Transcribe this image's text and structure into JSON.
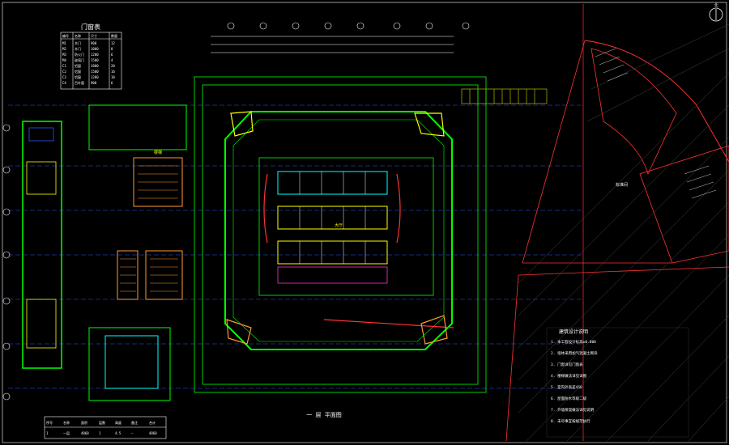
{
  "drawing": {
    "door_table_title": "门窗表",
    "plan_title": "一  层  平面图",
    "notes_title": "建筑设计说明",
    "north_label": "北",
    "center_label": "大厅",
    "stair_label": "楼梯",
    "room_label": "标准间"
  },
  "colors": {
    "background": "#000000",
    "wall": "#00ff00",
    "dimension": "#ffffff",
    "axis": "#ff3333",
    "accent": "#ffff00",
    "cyan": "#00ffff",
    "blue": "#3355ff",
    "orange": "#ff9933",
    "magenta": "#ff33cc"
  },
  "door_table": {
    "headers": [
      "编号",
      "名称",
      "尺寸",
      "数量"
    ],
    "rows": [
      [
        "M1",
        "木门",
        "900",
        "12"
      ],
      [
        "M2",
        "木门",
        "1000",
        "8"
      ],
      [
        "M3",
        "防火门",
        "1200",
        "6"
      ],
      [
        "M4",
        "玻璃门",
        "1500",
        "4"
      ],
      [
        "C1",
        "铝窗",
        "1800",
        "20"
      ],
      [
        "C2",
        "铝窗",
        "1500",
        "16"
      ],
      [
        "C3",
        "铝窗",
        "1200",
        "10"
      ],
      [
        "C4",
        "百叶窗",
        "900",
        "6"
      ]
    ]
  },
  "bottom_table": {
    "headers": [
      "序号",
      "名称",
      "面积",
      "层数",
      "高度",
      "备注",
      "合计"
    ],
    "rows": [
      [
        "1",
        "一层",
        "4860",
        "1",
        "4.5",
        "—",
        "4860"
      ]
    ]
  },
  "notes": [
    "1. 本工程设计标高±0.000",
    "2. 墙体采用加气混凝土砌块",
    "3. 门窗详见门窗表",
    "4. 楼梯做法详见详图",
    "5. 室内外高差450",
    "6. 屋面防水等级二级",
    "7. 外墙保温做法详见说明",
    "8. 未尽事宜按规范执行"
  ]
}
